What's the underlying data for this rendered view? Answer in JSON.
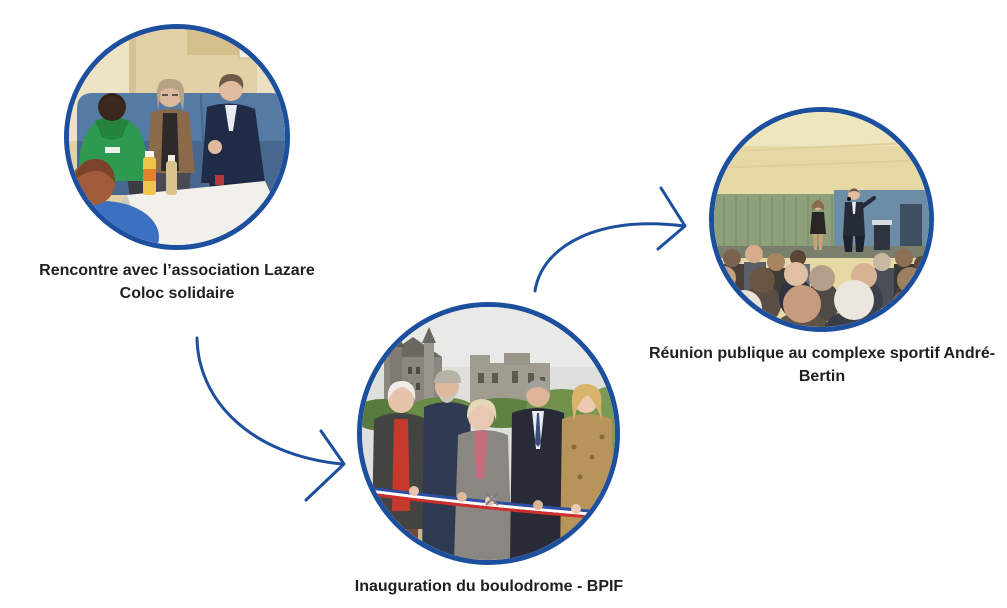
{
  "colors": {
    "accent": "#1d4f9f",
    "text": "#1f1f1f",
    "background": "#ffffff"
  },
  "timeline": {
    "events": [
      {
        "caption": "Rencontre avec l’association Lazare Coloc solidaire"
      },
      {
        "caption": "Inauguration du boulodrome - BPIF"
      },
      {
        "caption": "Réunion publique au complexe sportif André-Bertin"
      }
    ],
    "connectors": [
      {
        "icon": "curved-arrow-icon"
      },
      {
        "icon": "curved-arrow-icon"
      }
    ]
  }
}
